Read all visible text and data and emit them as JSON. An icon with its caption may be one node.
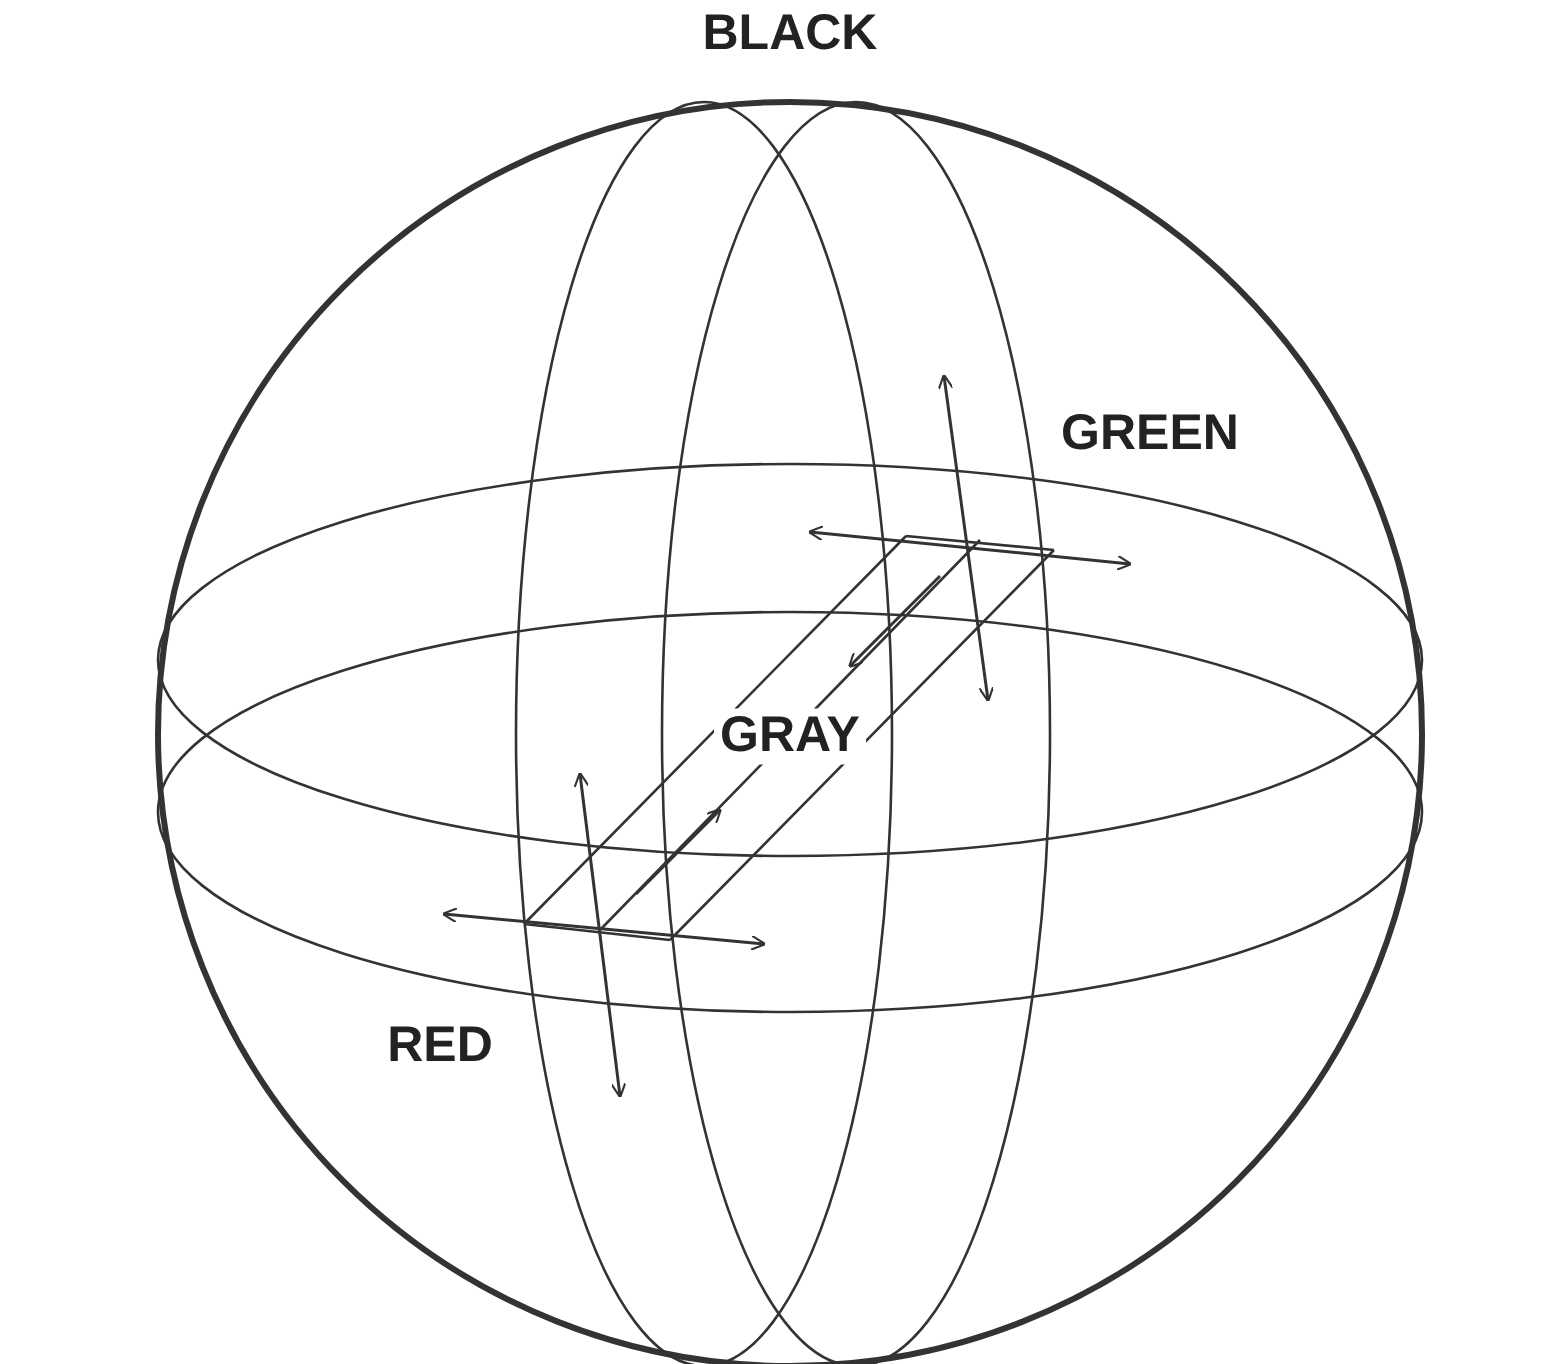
{
  "diagram": {
    "labels": [
      "BLACK",
      "GREEN",
      "GRAY",
      "RED"
    ]
  }
}
